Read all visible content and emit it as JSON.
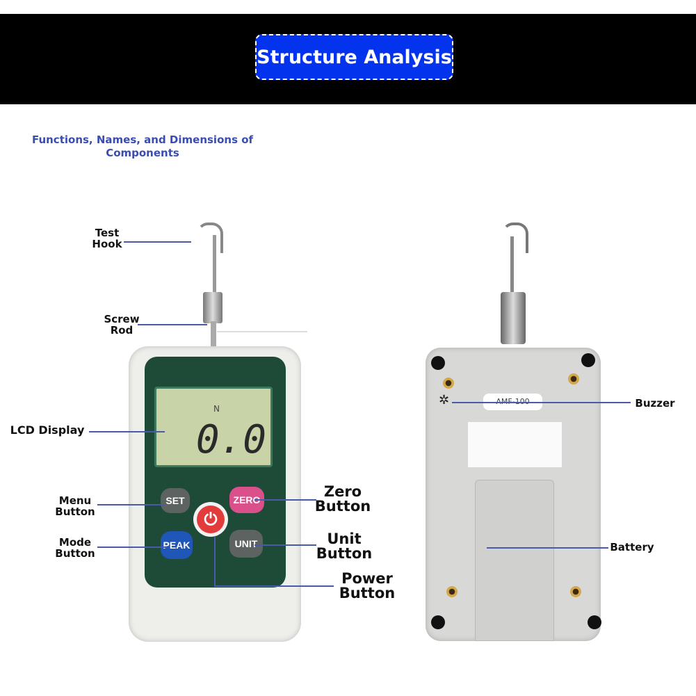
{
  "header": {
    "title": "Structure Analysis"
  },
  "subtitle": "Functions, Names, and Dimensions of Components",
  "front": {
    "lcd": {
      "unit": "N",
      "reading": "0.0"
    },
    "buttons": {
      "set": "SET",
      "zero": "ZERO",
      "peak": "PEAK",
      "unit": "UNIT"
    },
    "labels": {
      "test_hook": "Test Hook",
      "screw_rod": "Screw Rod",
      "lcd_display": "LCD Display",
      "menu_button": "Menu Button",
      "mode_button": "Mode Button",
      "zero_button": "Zero Button",
      "unit_button": "Unit Button",
      "power_button": "Power Button"
    }
  },
  "back": {
    "model_label": "AMF-100",
    "labels": {
      "buzzer": "Buzzer",
      "battery": "Battery"
    }
  },
  "colors": {
    "title_bg": "#0433ee",
    "subtitle": "#3a4db0",
    "panel": "#1e4a38",
    "lcd": "#c9d3a8",
    "leader": "#4a5aa8"
  }
}
